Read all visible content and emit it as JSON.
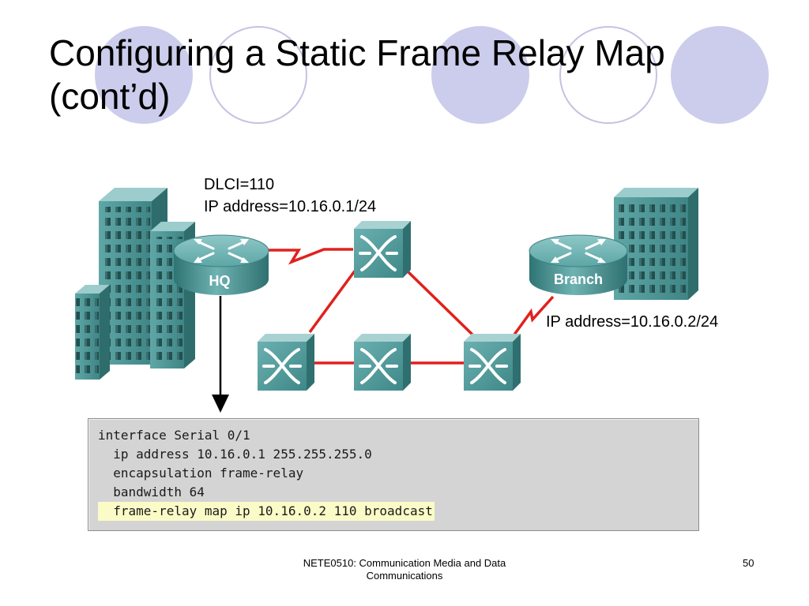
{
  "slide": {
    "title_lines": [
      "Configuring a Static Frame Relay Map",
      "(cont’d)"
    ],
    "footer_text": "NETE0510: Communication Media and Data Communications",
    "page_number": "50"
  },
  "diagram": {
    "hq": {
      "router_label": "HQ",
      "dlci_label": "DLCI=110",
      "ip_label": "IP address=10.16.0.1/24"
    },
    "branch": {
      "router_label": "Branch",
      "ip_label": "IP address=10.16.0.2/24"
    }
  },
  "config": {
    "lines": [
      "interface Serial 0/1",
      "  ip address 10.16.0.1 255.255.255.0",
      "  encapsulation frame-relay",
      "  bandwidth 64",
      "  frame-relay map ip 10.16.0.2 110 broadcast"
    ],
    "highlighted_line": 4
  },
  "colors": {
    "circle_fill": "#ccccec",
    "circle_stroke": "#b9b9df",
    "link_red": "#e0211d",
    "device_teal": "#4d9a9a",
    "highlight": "#fbfbc8"
  }
}
